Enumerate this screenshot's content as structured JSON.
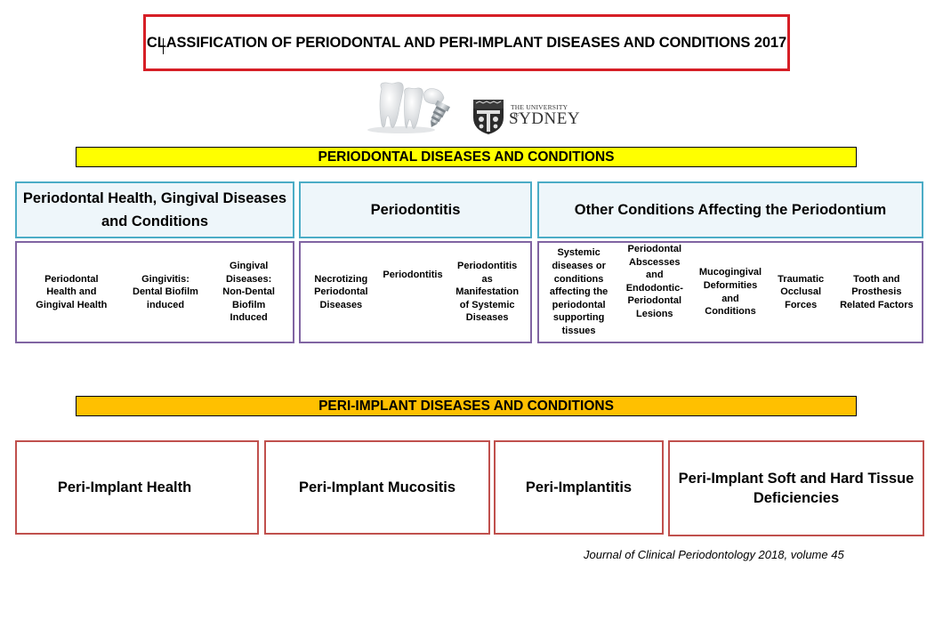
{
  "title": "CLASSIFICATION OF PERIODONTAL AND PERI-IMPLANT DISEASES AND CONDITIONS 2017",
  "logos": {
    "university_small": "THE UNIVERSITY OF",
    "university_big": "SYDNEY"
  },
  "periodontal": {
    "banner": "PERIODONTAL DISEASES AND CONDITIONS",
    "categories": [
      {
        "title": "Periodontal Health, Gingival Diseases and Conditions",
        "items": [
          "Periodontal Health and Gingival Health",
          "Gingivitis: Dental Biofilm induced",
          "Gingival Diseases: Non-Dental Biofilm Induced"
        ]
      },
      {
        "title": "Periodontitis",
        "items": [
          "Necrotizing Periodontal Diseases",
          "Periodontitis",
          "Periodontitis as Manifestation of Systemic Diseases"
        ]
      },
      {
        "title": "Other Conditions Affecting the Periodontium",
        "items": [
          "Systemic diseases or conditions affecting the periodontal supporting tissues",
          "Periodontal Abscesses and Endodontic-Periodontal Lesions",
          "Mucogingival Deformities and Conditions",
          "Traumatic Occlusal Forces",
          "Tooth and Prosthesis Related Factors"
        ]
      }
    ]
  },
  "peri_implant": {
    "banner": "PERI-IMPLANT DISEASES AND CONDITIONS",
    "items": [
      "Peri-Implant Health",
      "Peri-Implant Mucositis",
      "Peri-Implantitis",
      "Peri-Implant Soft and Hard Tissue Deficiencies"
    ]
  },
  "citation": "Journal of Clinical Periodontology 2018, volume 45",
  "colors": {
    "title_border": "#d61f26",
    "perio_banner": "#ffff00",
    "implant_banner": "#ffc000",
    "category_border": "#4bacc6",
    "subbox_border": "#8064a2",
    "implant_border": "#c0504d"
  }
}
